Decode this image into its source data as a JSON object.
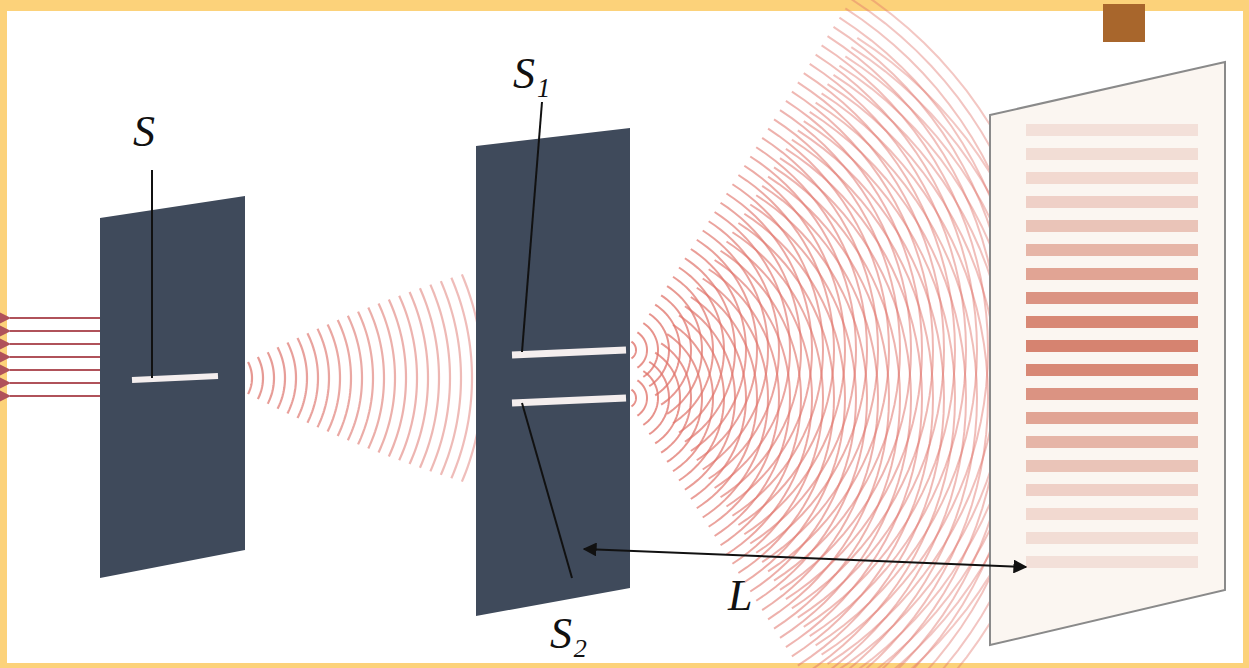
{
  "diagram": {
    "labels": [
      "S",
      "S₁",
      "S₂",
      "L"
    ]
  }
}
